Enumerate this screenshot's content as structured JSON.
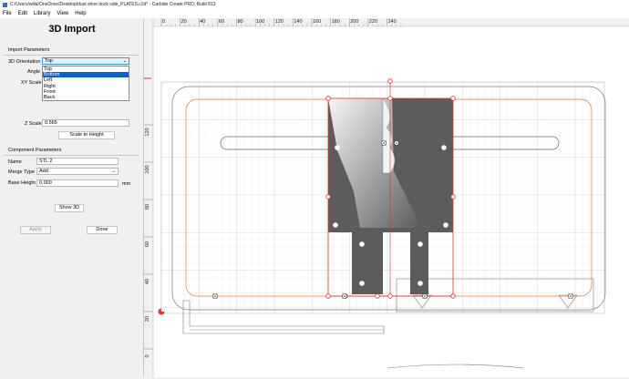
{
  "window": {
    "title": "C:/Users/willa/OneDrive/Desktop/dust shoe dock side_PLATES.c2d* - Carbide Create PRO, Build 813"
  },
  "menu": [
    "File",
    "Edit",
    "Library",
    "View",
    "Help"
  ],
  "panel": {
    "title": "3D Import",
    "import_section": "Import Parameters",
    "orientation_label": "3D Orientation",
    "orientation_value": "Top",
    "orientation_options": [
      "Top",
      "Bottom",
      "Left",
      "Right",
      "Front",
      "Back"
    ],
    "angle_label": "Angle",
    "xy_scale_label": "XY Scale",
    "z_scale_label": "Z Scale",
    "z_scale_value": "0.565",
    "scale_to_height": "Scale to Height",
    "component_section": "Component Parameters",
    "name_label": "Name",
    "name_value": "STL 2",
    "merge_label": "Merge Type",
    "merge_value": "Add",
    "base_height_label": "Base Height",
    "base_height_value": "0.000",
    "base_height_unit": "mm",
    "show3d": "Show 3D",
    "apply": "Apply",
    "done": "Done"
  },
  "ruler": {
    "x_ticks": [
      "0",
      "20",
      "40",
      "60",
      "80",
      "100",
      "120",
      "140",
      "160",
      "180",
      "200",
      "220",
      "240"
    ],
    "y_ticks": [
      "120",
      "100",
      "80",
      "60",
      "40",
      "20",
      "0"
    ]
  },
  "colors": {
    "selection_red": "#e03030",
    "offset_orange": "#e07a3a",
    "part_dark": "#5a5a5a"
  }
}
